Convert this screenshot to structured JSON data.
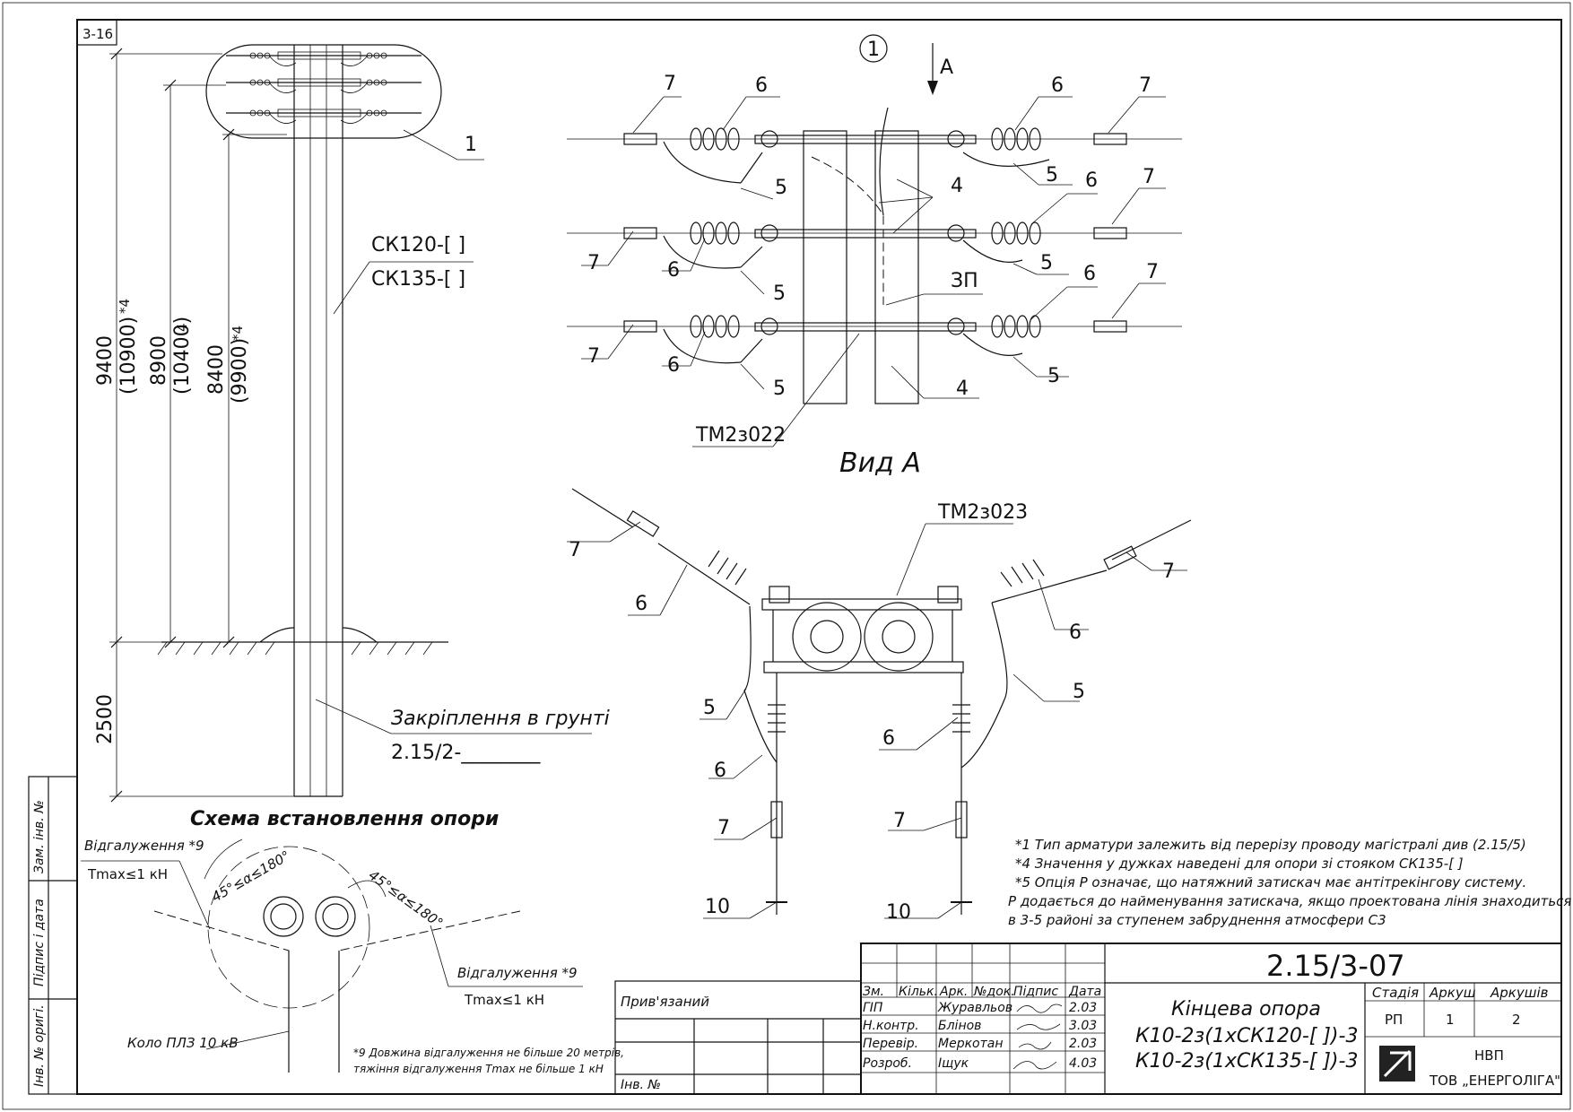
{
  "sheet_code": "3-16",
  "view_marker": "1",
  "view_arrow_label": "A",
  "view_title": "Вид А",
  "dims": {
    "d1": "9400",
    "d1_alt": "(10900)",
    "d1_note": "*4",
    "d2": "8900",
    "d2_alt": "(10400)",
    "d2_note": "4",
    "d3": "8400",
    "d3_alt": "(9900)",
    "d3_note": "*4",
    "ground": "2500"
  },
  "pole_callouts": {
    "c1": "1",
    "sk120": "СК120-[   ]",
    "sk135": "СК135-[   ]",
    "fix_title": "Закріплення в грунті",
    "fix_ref": "2.15/2-________"
  },
  "top_labels": {
    "n7": "7",
    "n6": "6",
    "n5": "5",
    "n4": "4",
    "zp": "ЗП",
    "tm022": "ТМ2з022"
  },
  "bottom_labels": {
    "tm023": "ТМ2з023",
    "n7": "7",
    "n6": "6",
    "n5": "5",
    "n10": "10"
  },
  "scheme": {
    "title": "Схема встановлення опори",
    "branch1": "Відгалуження *9",
    "tmax1": "Тmax≤1 кН",
    "angle1": "45°≤α≤180°",
    "angle2": "45°≤α≤180°",
    "branch2": "Відгалуження *9",
    "tmax2": "Тmax≤1 кН",
    "circle": "Коло ПЛЗ 10 кВ",
    "note_l1": "*9 Довжина відгалуження не більше 20 метрів,",
    "note_l2": "тяжіння відгалуження Тmax не більше 1 кН"
  },
  "notes": [
    "*1 Тип арматури залежить від перерізу проводу магістралі див (2.15/5)",
    "*4 Значення у дужках наведені для опори зі стояком СК135-[  ]",
    "*5 Опція Р означає, що натяжний затискач має антітрекінгову систему.",
    "Р додається до найменування затискача, якщо проектована лінія знаходиться",
    "в 3-5 районі за ступенем забруднення атмосфери С3"
  ],
  "side_stamp": {
    "s1": "Зам. інв. №",
    "s2": "Підпис і дата",
    "s3": "Інв. № оригі."
  },
  "title_block": {
    "code": "2.15/3-07",
    "bound": "Прив'язаний",
    "inv": "Інв. №",
    "head": [
      "Зм.",
      "Кільк.",
      "Арк.",
      "№док.",
      "Підпис",
      "Дата"
    ],
    "roles": [
      "ГІП",
      "Н.контр.",
      "Перевір.",
      "Розроб."
    ],
    "names": [
      "Журавльов",
      "Блінов",
      "Меркотан",
      "Іщук"
    ],
    "dates": [
      "2.03",
      "3.03",
      "2.03",
      "4.03"
    ],
    "title1": "Кінцева опора",
    "title2": "К10-2з(1хСК120-[  ])-3",
    "title3": "К10-2з(1хСК135-[  ])-3",
    "stage_h": "Стадія",
    "sheet_h": "Аркуш",
    "sheets_h": "Аркушів",
    "stage": "РП",
    "sheet": "1",
    "sheets": "2",
    "org1": "НВП",
    "org2": "ТОВ „ЕНЕРГОЛІГА\""
  }
}
